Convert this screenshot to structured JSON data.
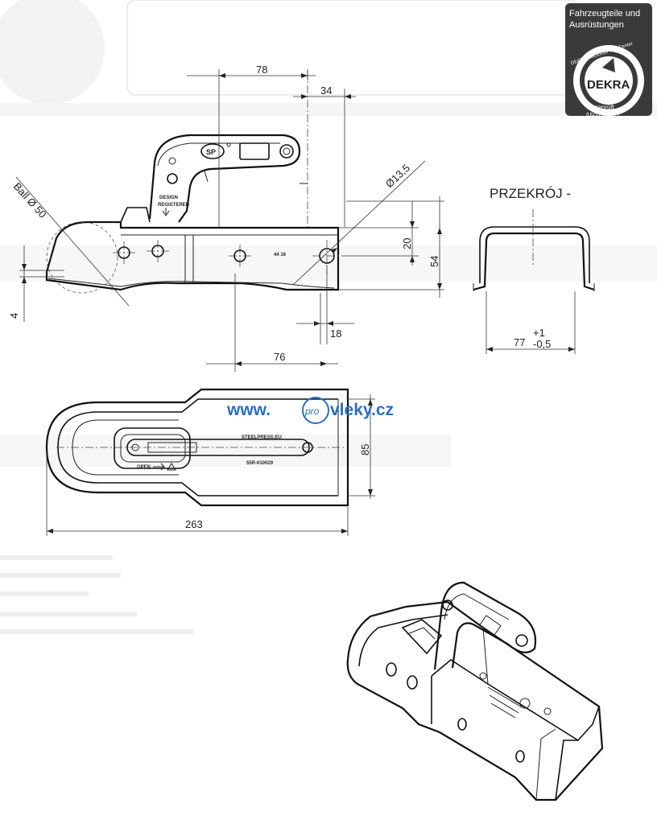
{
  "dimensions": {
    "d78": "78",
    "d34": "34",
    "hole_dia": "Ø13,5",
    "ball_dia": "Ball Ø 50",
    "d20": "20",
    "d54": "54",
    "d4": "4",
    "d18": "18",
    "d76": "76",
    "d85": "85",
    "d263": "263",
    "d77": "77",
    "tol_plus": "+1",
    "tol_minus": "-0,5"
  },
  "section": {
    "title": "PRZEKRÓJ -"
  },
  "dekra_badge": {
    "line1": "Fahrzeugteile und",
    "line2": "Ausrüstungen",
    "ring_text": "DEKRA Automobil Test Center",
    "brand": "DEKRA",
    "approved": "geprüft",
    "number": "550-020117"
  },
  "watermark": {
    "prefix": "www.",
    "circle": "pro",
    "suffix": "vleky.cz"
  },
  "part_markings": {
    "design": "DESIGN",
    "registered": "REGISTERED",
    "number_plate": "44 16",
    "logo_top": "SP",
    "steelpress": "STEELPRESS.EU",
    "approval": "55R-010029",
    "open": "OPEN"
  },
  "colors": {
    "line": "#111111",
    "watermark_blue": "#2a6fbf",
    "badge_dark": "#3a3a3a"
  }
}
